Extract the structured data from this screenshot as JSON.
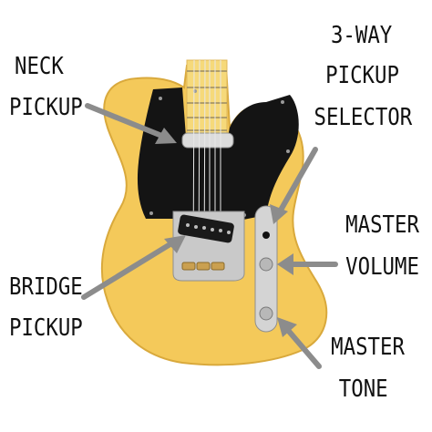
{
  "labels": {
    "neck_pickup": [
      "NECK",
      "PICKUP"
    ],
    "bridge_pickup": [
      "BRIDGE",
      "PICKUP"
    ],
    "selector": [
      "3-WAY",
      "PICKUP",
      "SELECTOR"
    ],
    "master_volume": [
      "MASTER",
      "VOLUME"
    ],
    "master_tone": [
      "MASTER",
      "TONE"
    ]
  },
  "colors": {
    "body": "#f4c95a",
    "body_edge": "#d9a93c",
    "pickguard": "#141414",
    "neck": "#f6d97a",
    "fret": "#9a8a62",
    "chrome": "#c9c9c9",
    "arrow": "#8c8c8c"
  }
}
